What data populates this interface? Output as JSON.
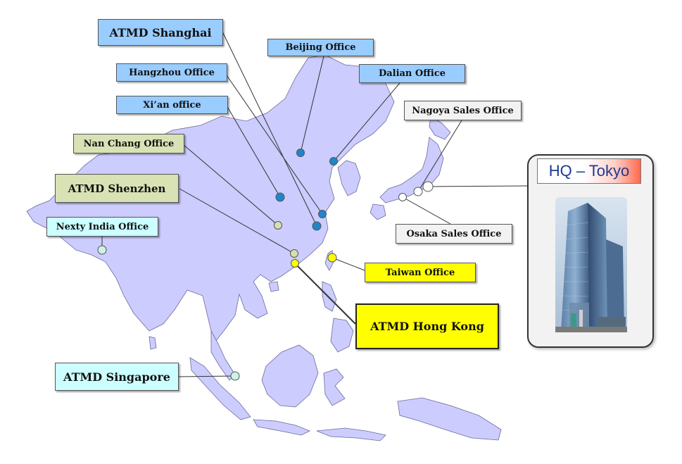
{
  "offices": [
    {
      "id": "atmd-shanghai",
      "label": "ATMD Shanghai",
      "kind": "blue"
    },
    {
      "id": "beijing-office",
      "label": "Beijing Office",
      "kind": "blue"
    },
    {
      "id": "hangzhou-office",
      "label": "Hangzhou Office",
      "kind": "blue"
    },
    {
      "id": "dalian-office",
      "label": "Dalian Office",
      "kind": "blue"
    },
    {
      "id": "xian-office",
      "label": "Xi’an office",
      "kind": "blue"
    },
    {
      "id": "nagoya-sales-office",
      "label": "Nagoya Sales Office",
      "kind": "grey"
    },
    {
      "id": "nan-chang-office",
      "label": "Nan Chang Office",
      "kind": "green"
    },
    {
      "id": "atmd-shenzhen",
      "label": "ATMD Shenzhen",
      "kind": "green"
    },
    {
      "id": "nexty-india-office",
      "label": "Nexty India Office",
      "kind": "cyan"
    },
    {
      "id": "osaka-sales-office",
      "label": "Osaka Sales Office",
      "kind": "grey"
    },
    {
      "id": "taiwan-office",
      "label": "Taiwan Office",
      "kind": "yellow"
    },
    {
      "id": "atmd-hong-kong",
      "label": "ATMD Hong Kong",
      "kind": "yellow"
    },
    {
      "id": "atmd-singapore",
      "label": "ATMD Singapore",
      "kind": "cyan"
    }
  ],
  "hq": {
    "title": "HQ – Tokyo"
  },
  "colors": {
    "land": "#ccccff",
    "land_border": "#6a6a9a",
    "marker_blue": "#1f86c8",
    "marker_green": "#d6dfb0",
    "marker_cyan": "#ccf2e6",
    "marker_yellow": "#ffff00",
    "marker_white": "#ffffff"
  }
}
